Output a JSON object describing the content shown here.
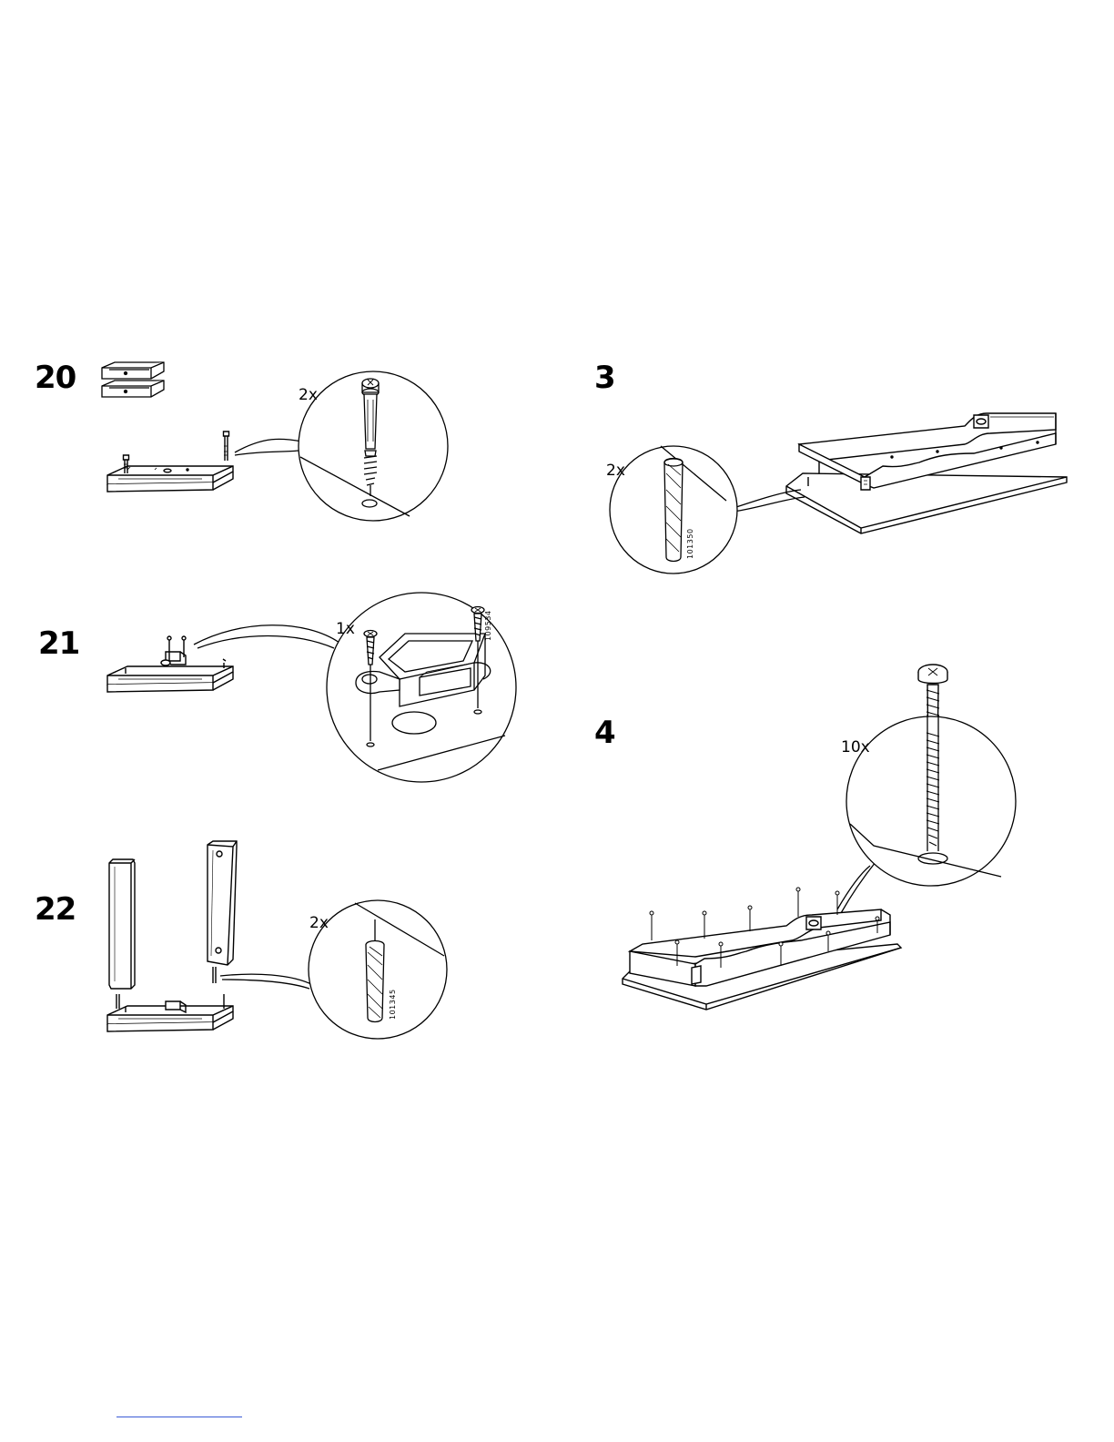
{
  "steps": [
    {
      "number": "20",
      "quantity": "2x",
      "part_number": ""
    },
    {
      "number": "21",
      "quantity": "1x",
      "part_number": "109534"
    },
    {
      "number": "22",
      "quantity": "2x",
      "part_number": "101345"
    },
    {
      "number": "3",
      "quantity": "2x",
      "part_number": "101350"
    },
    {
      "number": "4",
      "quantity": "10x",
      "part_number": ""
    }
  ],
  "colors": {
    "line": "#000000",
    "background": "#ffffff",
    "footer_rule": "#3b5bd6"
  },
  "icons": [
    "drawer-stack-icon",
    "cam-bolt-icon",
    "wood-screw-icon",
    "latch-block-icon",
    "wooden-dowel-icon",
    "pan-head-screw-icon"
  ]
}
